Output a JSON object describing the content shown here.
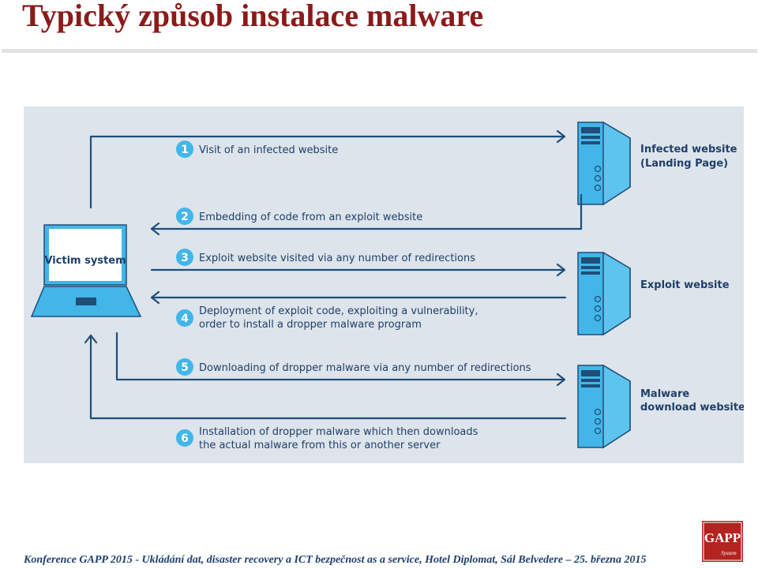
{
  "slide": {
    "title": "Typický způsob instalace malware",
    "footer": "Konference GAPP 2015 - Ukládání dat, disaster recovery a ICT bezpečnost as a service, Hotel Diplomat, Sál Belvedere – 25. března 2015"
  },
  "logo": {
    "text": "GAPP",
    "subtext": "System"
  },
  "diagram": {
    "victim_label": "Victim system",
    "servers": [
      {
        "line1": "Infected website",
        "line2": "(Landing Page)"
      },
      {
        "line1": "Exploit website",
        "line2": ""
      },
      {
        "line1": "Malware",
        "line2": "download website"
      }
    ],
    "steps": [
      {
        "number": "1",
        "line1": "Visit of an infected website",
        "line2": ""
      },
      {
        "number": "2",
        "line1": "Embedding of code from an exploit website",
        "line2": ""
      },
      {
        "number": "3",
        "line1": "Exploit website visited via any number of redirections",
        "line2": ""
      },
      {
        "number": "4",
        "line1": "Deployment of exploit code, exploiting a vulnerability,",
        "line2": "order to install a dropper malware program"
      },
      {
        "number": "5",
        "line1": "Downloading of dropper malware via any number of redirections",
        "line2": ""
      },
      {
        "number": "6",
        "line1": "Installation of dropper malware which then downloads",
        "line2": "the actual malware from this or another server"
      }
    ]
  },
  "colors": {
    "title": "#8b1a1a",
    "arrow": "#1f4e79",
    "accent": "#42b6e8",
    "panel": "#dde4eb",
    "footer": "#1f3f6b"
  }
}
